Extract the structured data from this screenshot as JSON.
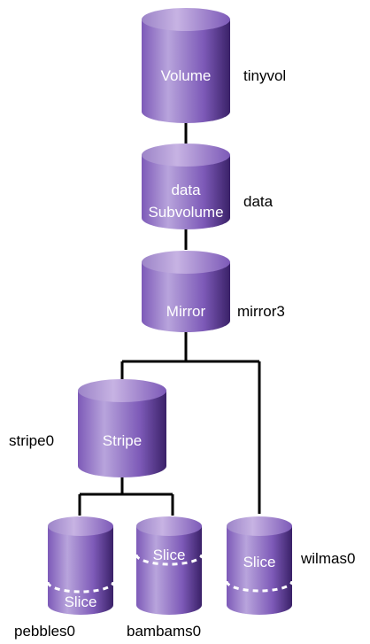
{
  "colors": {
    "cylinder_light": "#b8a4dc",
    "cylinder_mid": "#7d5ab8",
    "cylinder_dark": "#3a2168",
    "cylinder_top": "#c7b3e3",
    "connector": "#000000",
    "divider": "#ffffff"
  },
  "nodes": {
    "volume": {
      "text": "Volume",
      "name": "tinyvol"
    },
    "subvolume": {
      "line1": "data",
      "line2": "Subvolume",
      "name": "data"
    },
    "mirror": {
      "text": "Mirror",
      "name": "mirror3"
    },
    "stripe": {
      "text": "Stripe",
      "name": "stripe0"
    },
    "slice_pebbles": {
      "text": "Slice",
      "name": "pebbles0"
    },
    "slice_bambams": {
      "text": "Slice",
      "name": "bambams0"
    },
    "slice_wilmas": {
      "text": "Slice",
      "name": "wilmas0"
    }
  }
}
